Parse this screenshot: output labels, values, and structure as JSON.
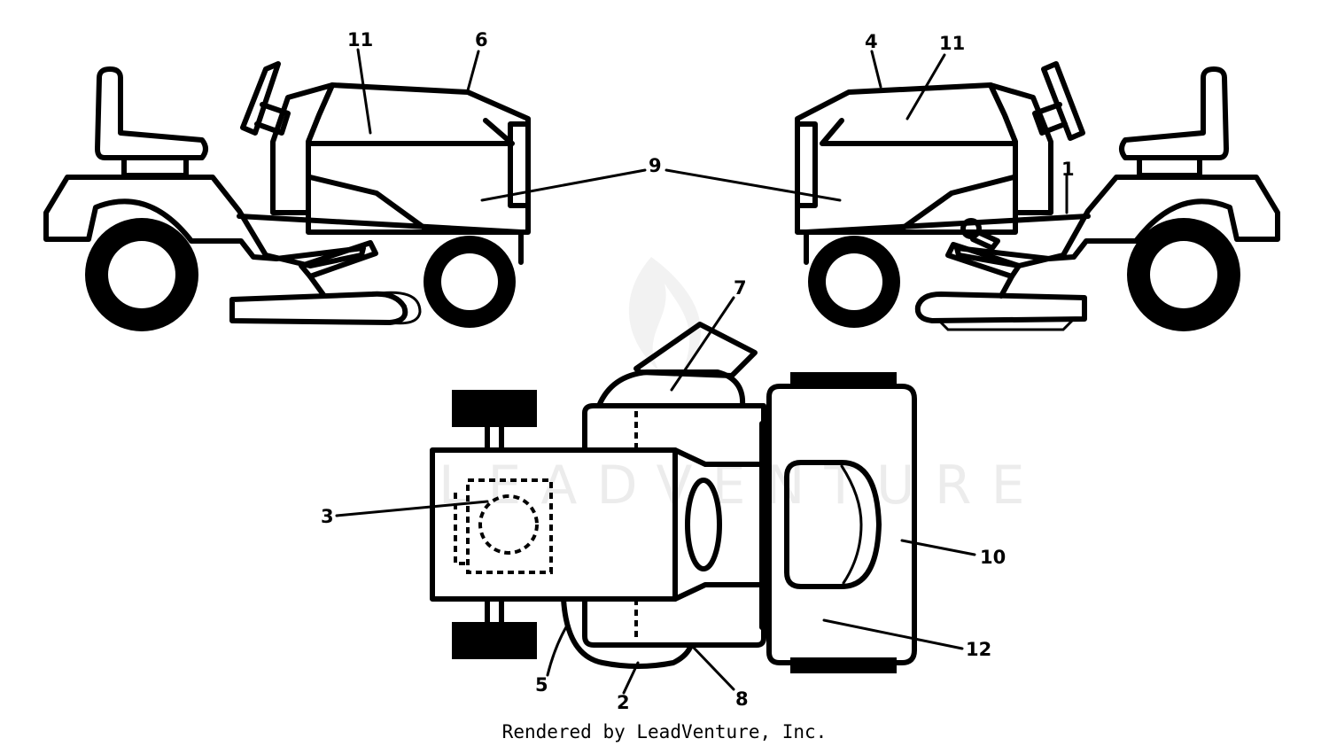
{
  "callouts": [
    "11",
    "6",
    "4",
    "11",
    "9",
    "1",
    "7",
    "3",
    "10",
    "12",
    "5",
    "2",
    "8"
  ],
  "watermark": "LEADVENTURE",
  "credit": "Rendered by LeadVenture, Inc."
}
